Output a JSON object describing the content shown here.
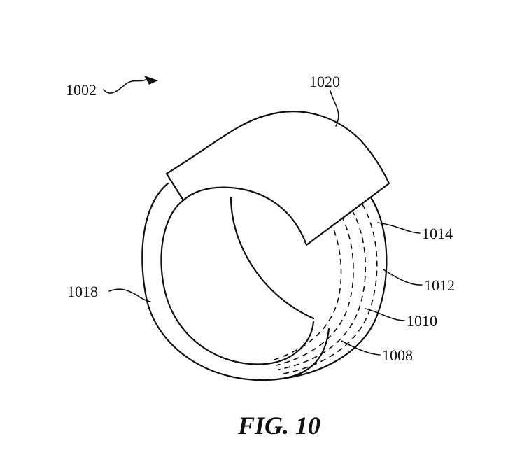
{
  "figure": {
    "caption": "FIG. 10",
    "labels": {
      "assembly": "1002",
      "top_band": "1020",
      "outer_edge": "1014",
      "layer_1012": "1012",
      "layer_1010": "1010",
      "layer_1008": "1008",
      "inner_ring": "1018"
    }
  }
}
